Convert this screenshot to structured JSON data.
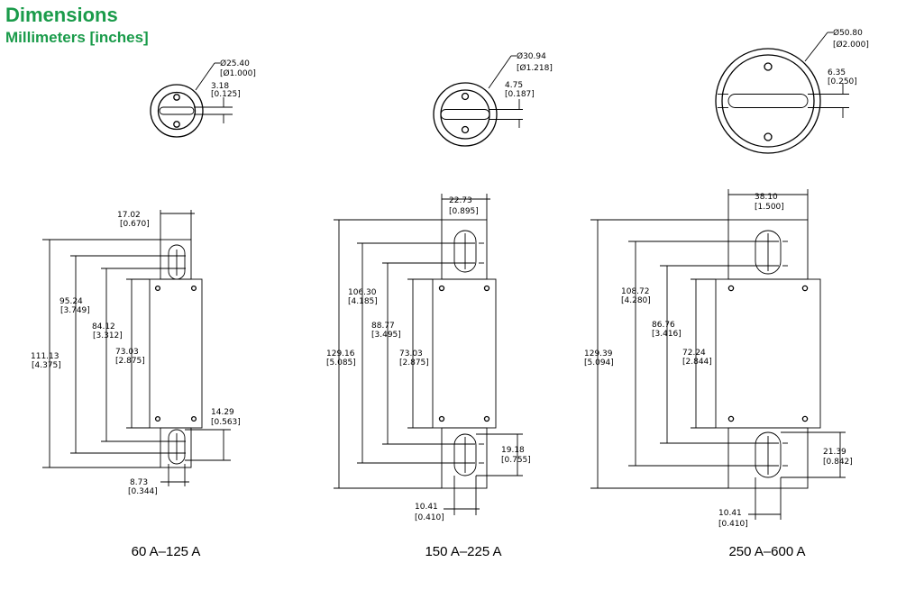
{
  "header": {
    "title": "Dimensions",
    "subtitle": "Millimeters [inches]"
  },
  "models": [
    {
      "caption": "60 A–125 A",
      "end_view": {
        "diameter_mm": "Ø25.40",
        "diameter_in": "[Ø1.000]",
        "slot_mm": "3.18",
        "slot_in": "[0.125]"
      },
      "side_view": {
        "width_mm": "17.02",
        "width_in": "[0.670]",
        "overall_mm": "111.13",
        "overall_in": "[4.375]",
        "outer_hole_mm": "95.24",
        "outer_hole_in": "[3.749]",
        "inner_hole_mm": "84.12",
        "inner_hole_in": "[3.312]",
        "body_mm": "73.03",
        "body_in": "[2.875]",
        "slot_len_mm": "14.29",
        "slot_len_in": "[0.563]",
        "slot_w_mm": "8.73",
        "slot_w_in": "[0.344]"
      }
    },
    {
      "caption": "150 A–225 A",
      "end_view": {
        "diameter_mm": "Ø30.94",
        "diameter_in": "[Ø1.218]",
        "slot_mm": "4.75",
        "slot_in": "[0.187]"
      },
      "side_view": {
        "width_mm": "22.73",
        "width_in": "[0.895]",
        "overall_mm": "129.16",
        "overall_in": "[5.085]",
        "outer_hole_mm": "106.30",
        "outer_hole_in": "[4.185]",
        "inner_hole_mm": "88.77",
        "inner_hole_in": "[3.495]",
        "body_mm": "73.03",
        "body_in": "[2.875]",
        "slot_len_mm": "19.18",
        "slot_len_in": "[0.755]",
        "slot_w_mm": "10.41",
        "slot_w_in": "[0.410]"
      }
    },
    {
      "caption": "250 A–600 A",
      "end_view": {
        "diameter_mm": "Ø50.80",
        "diameter_in": "[Ø2.000]",
        "slot_mm": "6.35",
        "slot_in": "[0.250]"
      },
      "side_view": {
        "width_mm": "38.10",
        "width_in": "[1.500]",
        "overall_mm": "129.39",
        "overall_in": "[5.094]",
        "outer_hole_mm": "108.72",
        "outer_hole_in": "[4.280]",
        "inner_hole_mm": "86.76",
        "inner_hole_in": "[3.416]",
        "body_mm": "72.24",
        "body_in": "[2.844]",
        "slot_len_mm": "21.39",
        "slot_len_in": "[0.842]",
        "slot_w_mm": "10.41",
        "slot_w_in": "[0.410]"
      }
    }
  ]
}
